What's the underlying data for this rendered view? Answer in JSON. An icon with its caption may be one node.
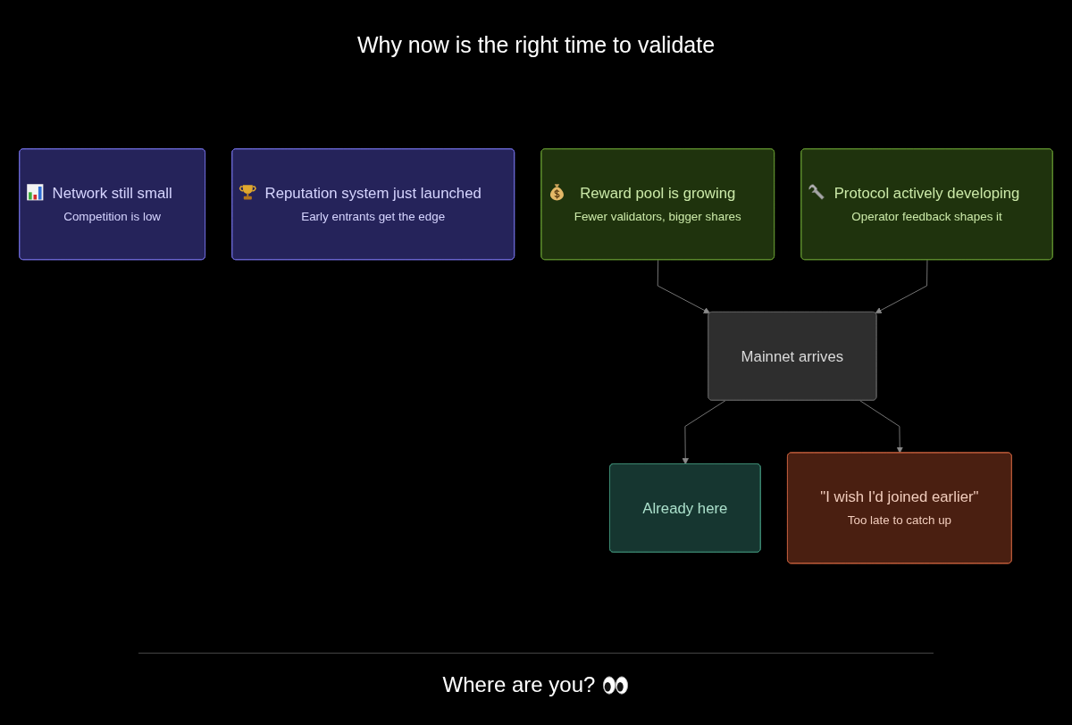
{
  "diagram": {
    "title": "Why now is the right time to validate",
    "nodes": [
      {
        "text": [
          "Network still small",
          "Competition is low"
        ]
      },
      {
        "text": [
          "Reputation system just launched",
          "Early entrants get the edge"
        ]
      },
      {
        "text": [
          "Reward pool is growing",
          "Fewer validators, bigger shares"
        ]
      },
      {
        "text": [
          "Protocol actively developing",
          "Operator feedback shapes it"
        ]
      },
      {
        "text": [
          "Mainnet arrives"
        ]
      },
      {
        "text": [
          "Already here"
        ]
      },
      {
        "text": [
          "\"I wish I'd joined earlier\"",
          "Too late to catch up"
        ]
      }
    ],
    "edges": [
      {
        "from": 2,
        "to": 4,
        "arrow": "to"
      },
      {
        "from": 3,
        "to": 4,
        "arrow": "to"
      },
      {
        "from": 4,
        "to": 5,
        "arrow": "to"
      },
      {
        "from": 4,
        "to": 6,
        "arrow": "to"
      }
    ],
    "caption": "Where are you?"
  }
}
